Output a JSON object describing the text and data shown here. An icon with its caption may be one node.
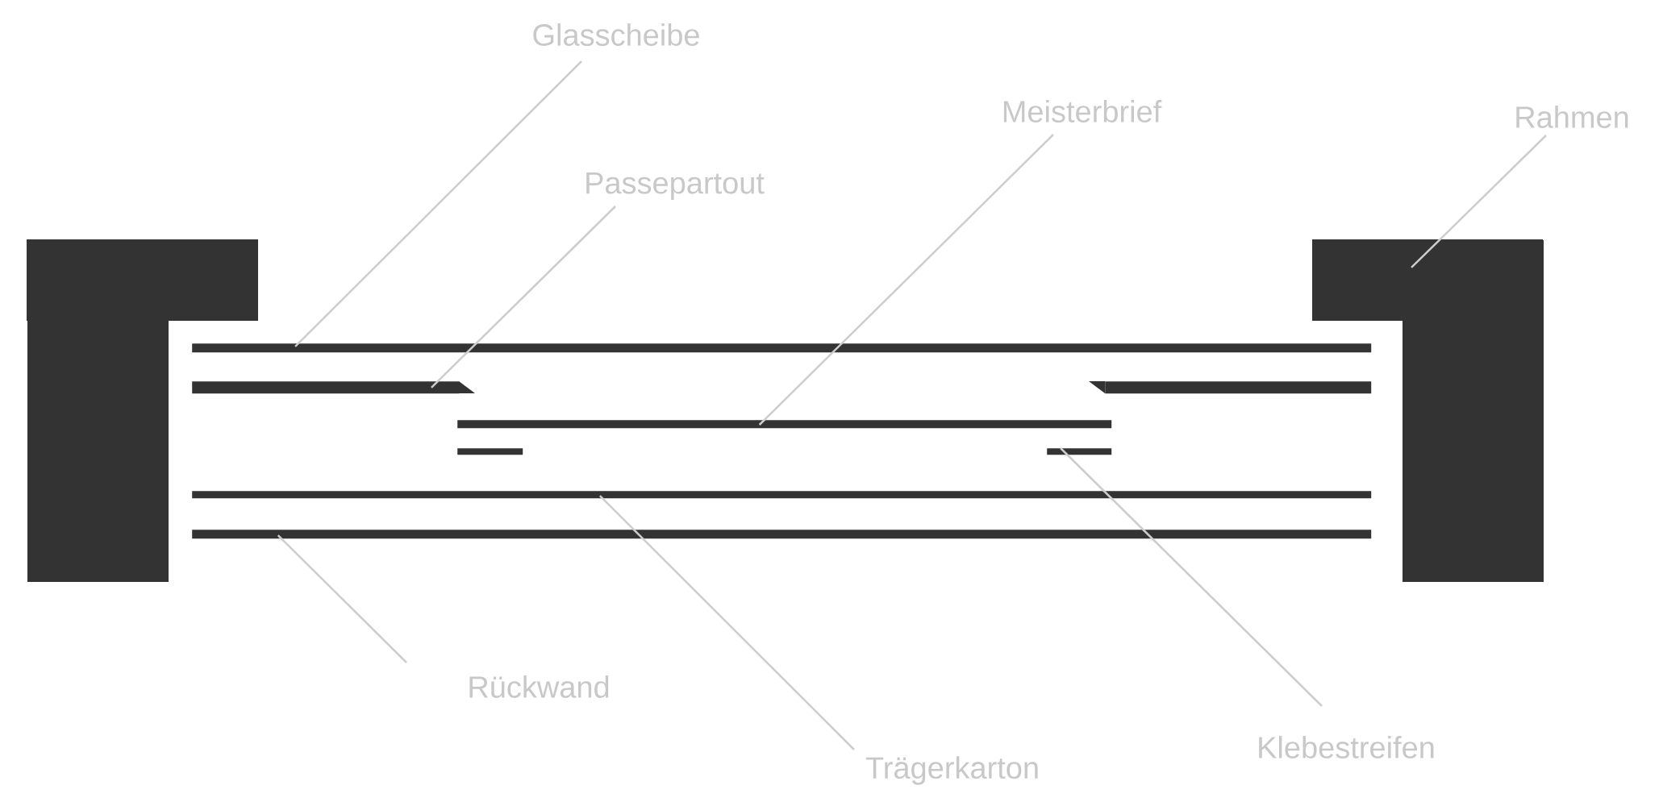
{
  "diagram": {
    "nodes": [
      {
        "text": [
          "Glasscheibe"
        ]
      },
      {
        "text": [
          "Passepartout"
        ]
      },
      {
        "text": [
          "Meisterbrief"
        ]
      },
      {
        "text": [
          "Rahmen"
        ]
      },
      {
        "text": [
          "Rückwand"
        ]
      },
      {
        "text": [
          "Trägerkarton"
        ]
      },
      {
        "text": [
          "Klebestreifen"
        ]
      },
      {
        "text": [],
        "shape": "box"
      },
      {
        "text": [],
        "shape": "box"
      },
      {
        "text": [],
        "shape": "bar"
      },
      {
        "text": [],
        "shape": "bar"
      },
      {
        "text": [],
        "shape": "bar"
      },
      {
        "text": [],
        "shape": "bar"
      },
      {
        "text": [],
        "shape": "bar"
      },
      {
        "text": [],
        "shape": "bar"
      },
      {
        "text": [],
        "shape": "bar"
      },
      {
        "text": [],
        "shape": "bar"
      }
    ],
    "edges": [
      {
        "from": 0,
        "to": 9,
        "arrow": "none"
      },
      {
        "from": 1,
        "to": 10,
        "arrow": "none"
      },
      {
        "from": 2,
        "to": 12,
        "arrow": "none"
      },
      {
        "from": 3,
        "to": 8,
        "arrow": "none"
      },
      {
        "from": 4,
        "to": 16,
        "arrow": "none"
      },
      {
        "from": 5,
        "to": 15,
        "arrow": "none"
      },
      {
        "from": 6,
        "to": 14,
        "arrow": "none"
      }
    ]
  }
}
